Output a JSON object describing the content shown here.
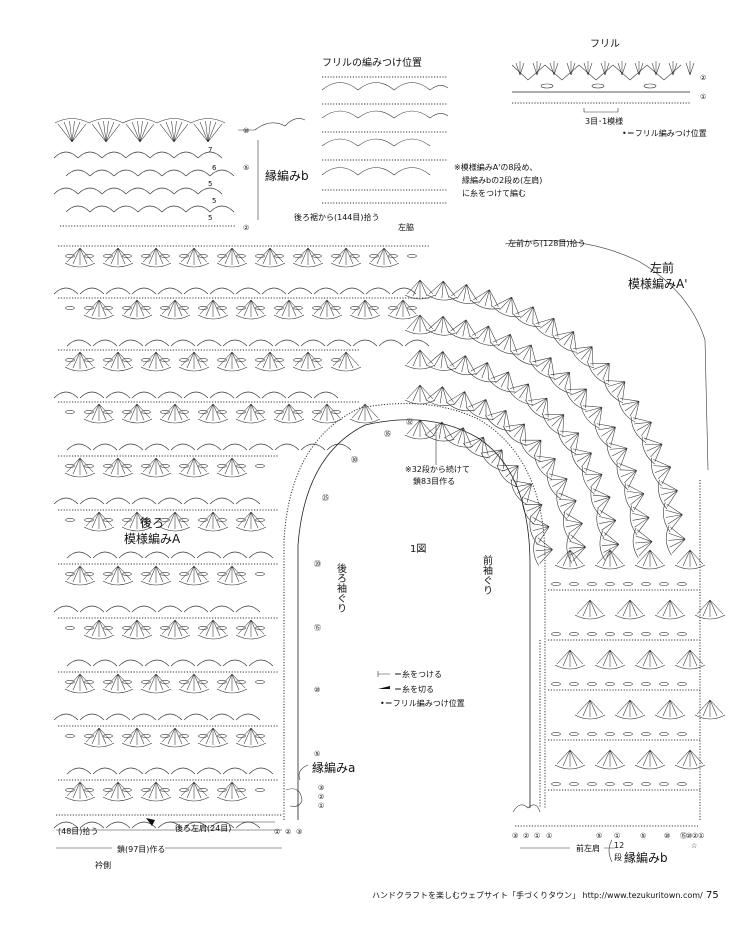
{
  "frill_title": "フリル",
  "frill_repeat": "3目･1模様",
  "frill_attach_legend": "•＝フリル編みつけ位置",
  "frill_position_title": "フリルの編みつけ位置",
  "frill_note": [
    "※模様編みA'の8段め、",
    "縁編みbの2段め(左肩)",
    "に糸をつけて編む"
  ],
  "edging_b_top": "縁編みb",
  "back_hem_pickup": "後ろ裾から(144目)拾う",
  "left_side": "左脇",
  "left_front_pickup": "左前から(128目)拾う",
  "left_front_label": [
    "左前",
    "模様編みA'"
  ],
  "back_label": [
    "後ろ",
    "模様編みA"
  ],
  "fig_label": "1図",
  "back_armhole": "後ろ袖ぐり",
  "front_armhole": "前袖ぐり",
  "continue_note": [
    "※32段から続けて",
    "鎖83目作る"
  ],
  "legend": [
    "＝糸をつける",
    "＝糸を切る",
    "•＝フリル編みつけ位置"
  ],
  "edging_a": "縁編みa",
  "pickup_48": "(48目)拾う",
  "back_left_shoulder": "後ろ左肩(24目)",
  "chain_97": "鎖(97目)作る",
  "neck_side": "衿側",
  "front_left_shoulder": "前左肩",
  "twelve_rows": [
    "12",
    "段"
  ],
  "edging_b_bottom": "縁編みb",
  "footer": "ハンドクラフトを楽しむウェブサイト「手づくりタウン」 http://www.tezukuritown.com/",
  "page_number": "75",
  "row_marks": {
    "frill": [
      "②",
      "①"
    ],
    "top_block": [
      "⑩",
      "⑤"
    ],
    "top_block_counts": [
      "7",
      "6",
      "5",
      "5",
      "5"
    ],
    "top_block_side": [
      "②"
    ],
    "armhole_back": [
      "㉟",
      "㉚",
      "㉕",
      "⑳",
      "⑮",
      "⑩",
      "⑤"
    ],
    "armhole_top": [
      "㉜"
    ],
    "edging_a_rows": [
      "③",
      "②",
      "①"
    ],
    "edging_a_bottom": [
      "①",
      "②",
      "③"
    ],
    "front_bottom": [
      "③",
      "②",
      "①",
      "①",
      "⑤",
      "①",
      "⑤",
      "⑩",
      "⑮",
      "⑩",
      "②",
      "①"
    ],
    "star": "☆"
  }
}
